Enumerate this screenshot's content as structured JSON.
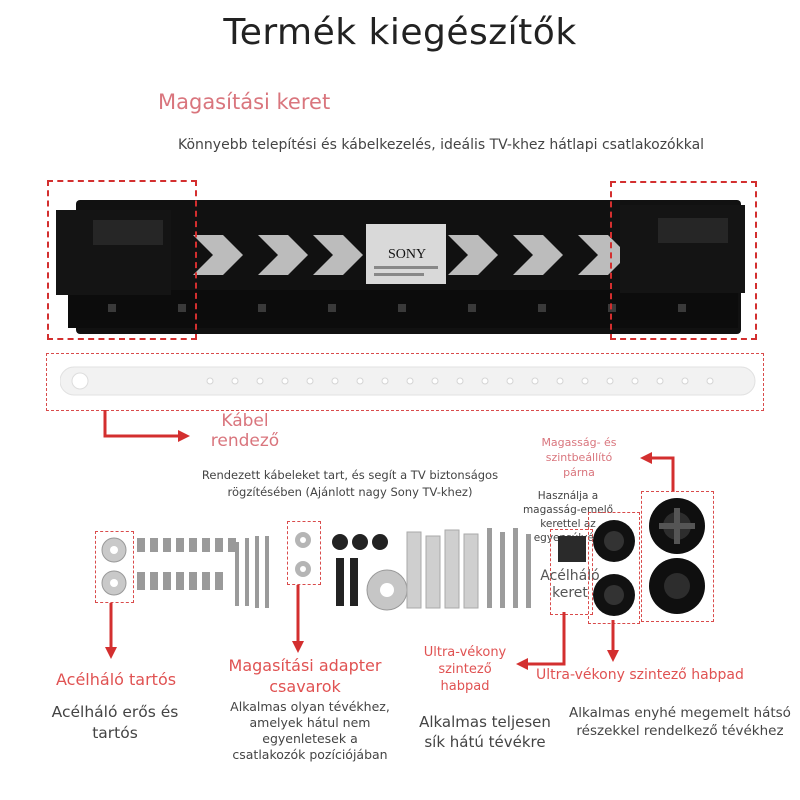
{
  "page_title": "Termék kiegészítők",
  "frame": {
    "title": "Magasítási keret",
    "description": "Könnyebb telepítési és kábelkezelés, ideális TV-khez hátlapi csatlakozókkal",
    "bracket_brand": "SONY"
  },
  "cable": {
    "title": "Kábel\nrendező",
    "description": "Rendezett kábeleket tart, és segít a TV biztonságos\nrögzítésében (Ajánlott nagy Sony TV-khez)"
  },
  "pad": {
    "title": "Magasság- és\nszintbeállító\npárna",
    "hint": "Használja a\nmagasság-emelő\nkerettel az\negyensúlyért",
    "bottom_label": "Ultra-vékony szintező habpad",
    "bottom_desc": "Alkalmas enyhé megemelt hátsó\nrészekkel rendelkező tévékhez"
  },
  "steel_mesh": {
    "label": "Acélháló tartós",
    "desc": "Acélháló erős és\ntartós",
    "center_label": "Acélháló\nkeret"
  },
  "screws": {
    "label": "Magasítási adapter\ncsavarok",
    "desc": "Alkalmas olyan tévékhez,\namelyek hátul nem\negyenletesek a\ncsatlakozók pozíciójában"
  },
  "foam": {
    "label": "Ultra-vékony\nszintező\nhabpad",
    "desc": "Alkalmas teljesen\nsík hátú tévékre"
  },
  "colors": {
    "accent": "#d9757d",
    "red": "#d32f2f",
    "text": "#444444"
  }
}
